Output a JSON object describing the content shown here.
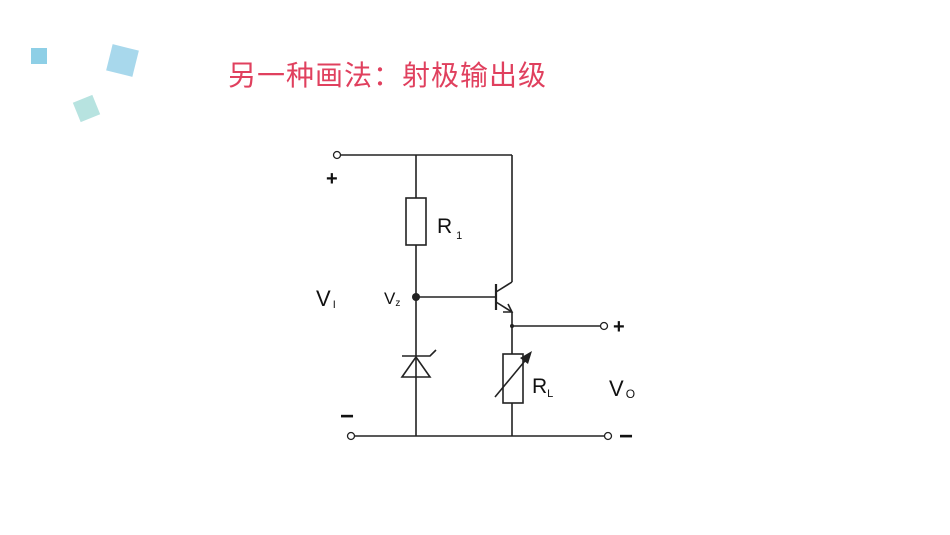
{
  "slide": {
    "title": "另一种画法：射极输出级"
  },
  "circuit": {
    "input_plus": "+",
    "input_minus": "−",
    "input_voltage": {
      "main": "V",
      "sub": "I"
    },
    "zener_node": {
      "main": "V",
      "sub": "z"
    },
    "r1": {
      "main": "R",
      "sub": "1"
    },
    "rl": {
      "main": "R",
      "sub": "L"
    },
    "output_plus": "+",
    "output_minus": "−",
    "output_voltage": {
      "main": "V",
      "sub": "O"
    }
  },
  "colors": {
    "title": "#e0405e",
    "deco_square_1": "#8ecfe6",
    "deco_square_2": "#a8d8ec",
    "deco_square_3": "#b7e3e0",
    "wire": "#222222"
  }
}
